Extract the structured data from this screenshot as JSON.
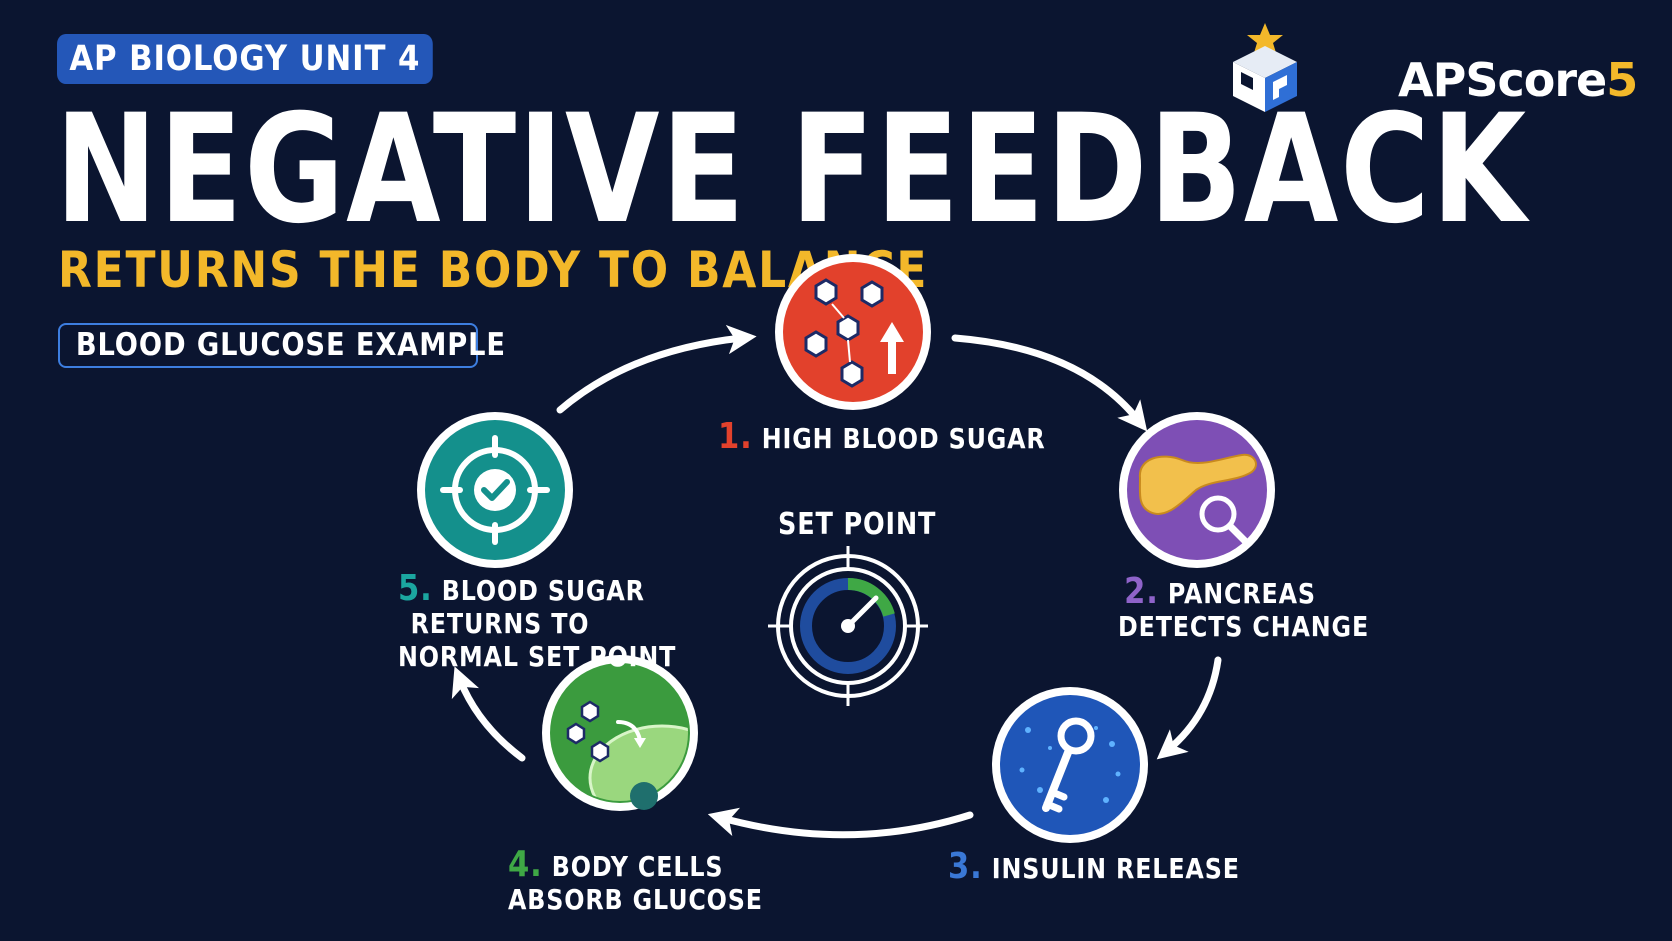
{
  "header": {
    "tag": "AP BIOLOGY UNIT 4",
    "title": "NEGATIVE FEEDBACK",
    "subtitle": "RETURNS THE BODY TO BALANCE",
    "example": "BLOOD GLUCOSE EXAMPLE"
  },
  "brand": {
    "name": "APScore",
    "number": "5"
  },
  "center": {
    "label": "SET POINT"
  },
  "steps": [
    {
      "number": "1.",
      "lines": [
        "HIGH BLOOD SUGAR"
      ],
      "icon": "glucose-rising-icon",
      "color": "#e2412c"
    },
    {
      "number": "2.",
      "lines": [
        "PANCREAS",
        "DETECTS CHANGE"
      ],
      "icon": "pancreas-magnifier-icon",
      "color": "#7e4fb5"
    },
    {
      "number": "3.",
      "lines": [
        "INSULIN RELEASE"
      ],
      "icon": "key-icon",
      "color": "#1f56b8"
    },
    {
      "number": "4.",
      "lines": [
        "BODY CELLS",
        "ABSORB GLUCOSE"
      ],
      "icon": "cell-absorb-icon",
      "color": "#3b9b3e"
    },
    {
      "number": "5.",
      "lines": [
        "BLOOD SUGAR",
        "RETURNS TO",
        "NORMAL SET POINT"
      ],
      "icon": "target-check-icon",
      "color": "#14908c"
    }
  ],
  "colors": {
    "background": "#0b1530",
    "accent_gold": "#f3b82a",
    "tag_blue": "#2457b8"
  }
}
